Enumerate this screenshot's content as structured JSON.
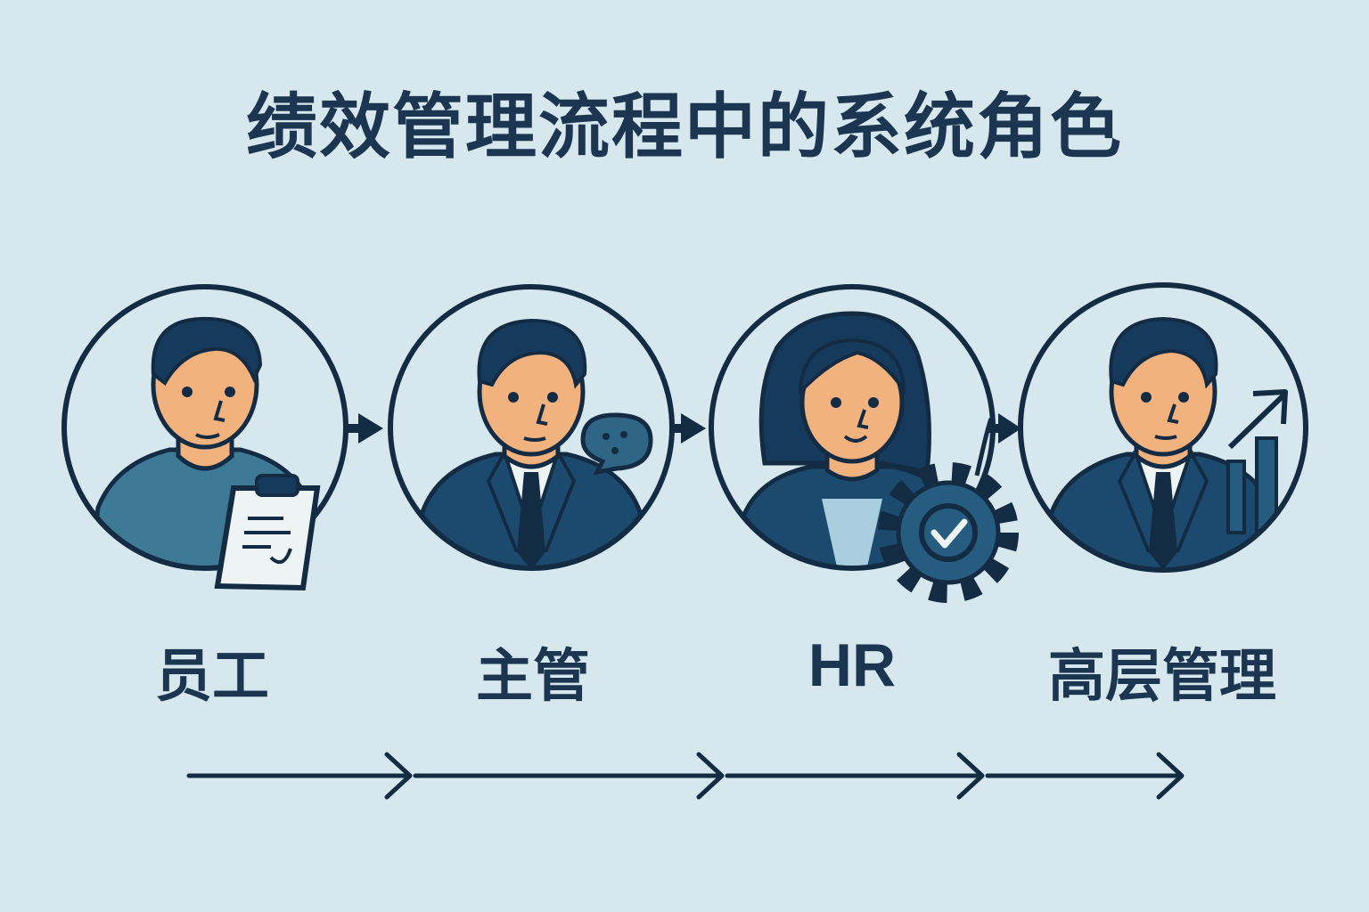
{
  "title": "绩效管理流程中的系统角色",
  "roles": [
    {
      "label": "员工",
      "icon": "clipboard-icon"
    },
    {
      "label": "主管",
      "icon": "speech-bubble-icon"
    },
    {
      "label": "HR",
      "icon": "gear-check-icon"
    },
    {
      "label": "高层管理",
      "icon": "growth-chart-icon"
    }
  ],
  "colors": {
    "background": "#d6e8ee",
    "ink": "#142b44",
    "skin": "#f2b27e",
    "hair": "#163a5c",
    "suit": "#1c4a6e",
    "shirt_teal": "#3e7a96",
    "gear": "#255c80"
  }
}
